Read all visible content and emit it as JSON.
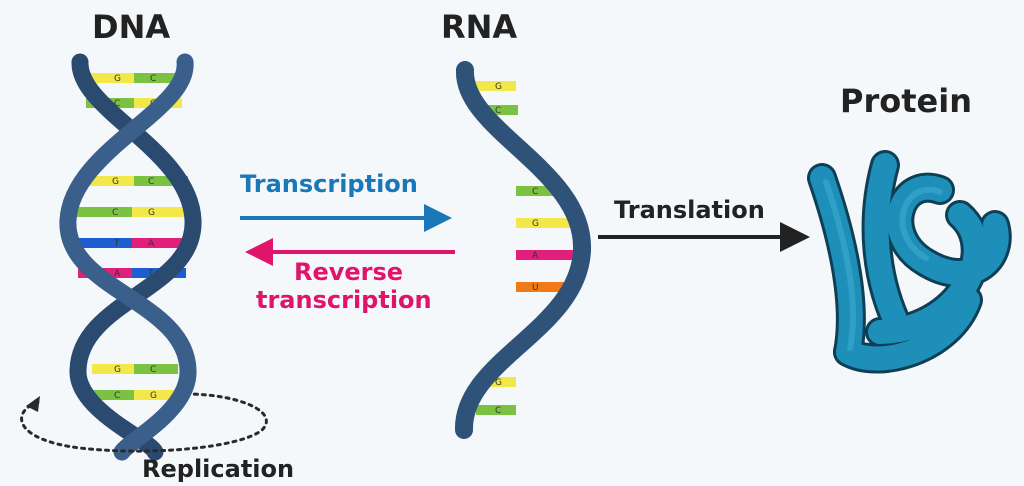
{
  "titles": {
    "dna": "DNA",
    "rna": "RNA",
    "protein": "Protein"
  },
  "processes": {
    "transcription": "Transcription",
    "reverse_line1": "Reverse",
    "reverse_line2": "transcription",
    "translation": "Translation",
    "replication": "Replication"
  },
  "dna_pairs": [
    {
      "left": "G",
      "right": "C",
      "left_color": "#f2e84a",
      "right_color": "#7cc242"
    },
    {
      "left": "C",
      "right": "G",
      "left_color": "#7cc242",
      "right_color": "#f2e84a"
    },
    {
      "left": "G",
      "right": "C",
      "left_color": "#f2e84a",
      "right_color": "#7cc242"
    },
    {
      "left": "C",
      "right": "G",
      "left_color": "#7cc242",
      "right_color": "#f2e84a"
    },
    {
      "left": "T",
      "right": "A",
      "left_color": "#1d5fd1",
      "right_color": "#e0207a"
    },
    {
      "left": "A",
      "right": "T",
      "left_color": "#e0207a",
      "right_color": "#1d5fd1"
    },
    {
      "left": "G",
      "right": "C",
      "left_color": "#f2e84a",
      "right_color": "#7cc242"
    },
    {
      "left": "C",
      "right": "G",
      "left_color": "#7cc242",
      "right_color": "#f2e84a"
    }
  ],
  "rna_bases": [
    {
      "base": "G",
      "color": "#f2e84a"
    },
    {
      "base": "C",
      "color": "#7cc242"
    },
    {
      "base": "C",
      "color": "#7cc242"
    },
    {
      "base": "G",
      "color": "#f2e84a"
    },
    {
      "base": "A",
      "color": "#e0207a"
    },
    {
      "base": "U",
      "color": "#f07a18"
    },
    {
      "base": "G",
      "color": "#f2e84a"
    },
    {
      "base": "C",
      "color": "#7cc242"
    }
  ],
  "colors": {
    "backbone": "#34567e",
    "transcription": "#1a78b8",
    "reverse": "#e0146a",
    "translation": "#222222",
    "protein": "#1d8fb8",
    "protein_dark": "#1a6f90"
  }
}
